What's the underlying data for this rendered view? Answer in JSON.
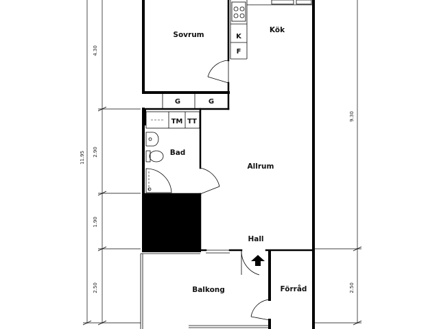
{
  "rooms": {
    "sovrum": "Sovrum",
    "kok": "Kök",
    "bad": "Bad",
    "allrum": "Allrum",
    "hall": "Hall",
    "balkong": "Balkong",
    "forrad": "Förråd"
  },
  "fixtures": {
    "k": "K",
    "f": "F",
    "g1": "G",
    "g2": "G",
    "tm": "TM",
    "tt": "TT"
  },
  "dimensions": {
    "left_total": "11.95",
    "left_430": "4.30",
    "left_290": "2.90",
    "left_190": "1.90",
    "left_250": "2.50",
    "right_930": "9.30",
    "right_250": "2.50"
  }
}
